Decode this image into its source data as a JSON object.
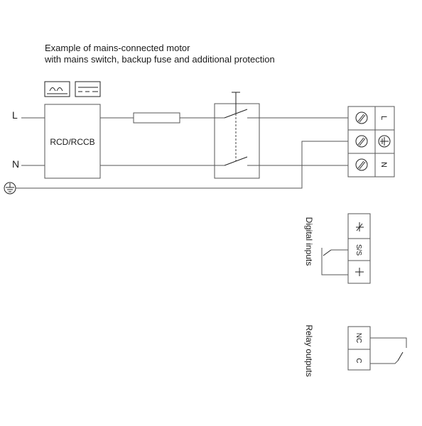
{
  "caption": {
    "line1": "Example of mains-connected motor",
    "line2": "with mains switch, backup fuse and additional protection"
  },
  "mains": {
    "line_label": "L",
    "neutral_label": "N",
    "ground_symbol": "protective-earth-icon"
  },
  "rcd": {
    "label": "RCD/RCCB",
    "indicator_icons": [
      "ac-wave-icon",
      "dc-dashed-icon"
    ]
  },
  "motor_terminal": {
    "labels": [
      "L",
      "N"
    ],
    "earth_symbol": "earth-terminal-icon",
    "screw_icon": "screw-terminal-icon"
  },
  "digital_inputs": {
    "title": "Digital inputs",
    "pins": [
      "S/S"
    ],
    "pin_icons": [
      "analog-supply-icon",
      "ground-icon"
    ]
  },
  "relay_outputs": {
    "title": "Relay outputs",
    "pins": [
      "NC",
      "C"
    ]
  },
  "colors": {
    "line": "#555555",
    "text": "#1a1a1a",
    "background": "#ffffff"
  }
}
